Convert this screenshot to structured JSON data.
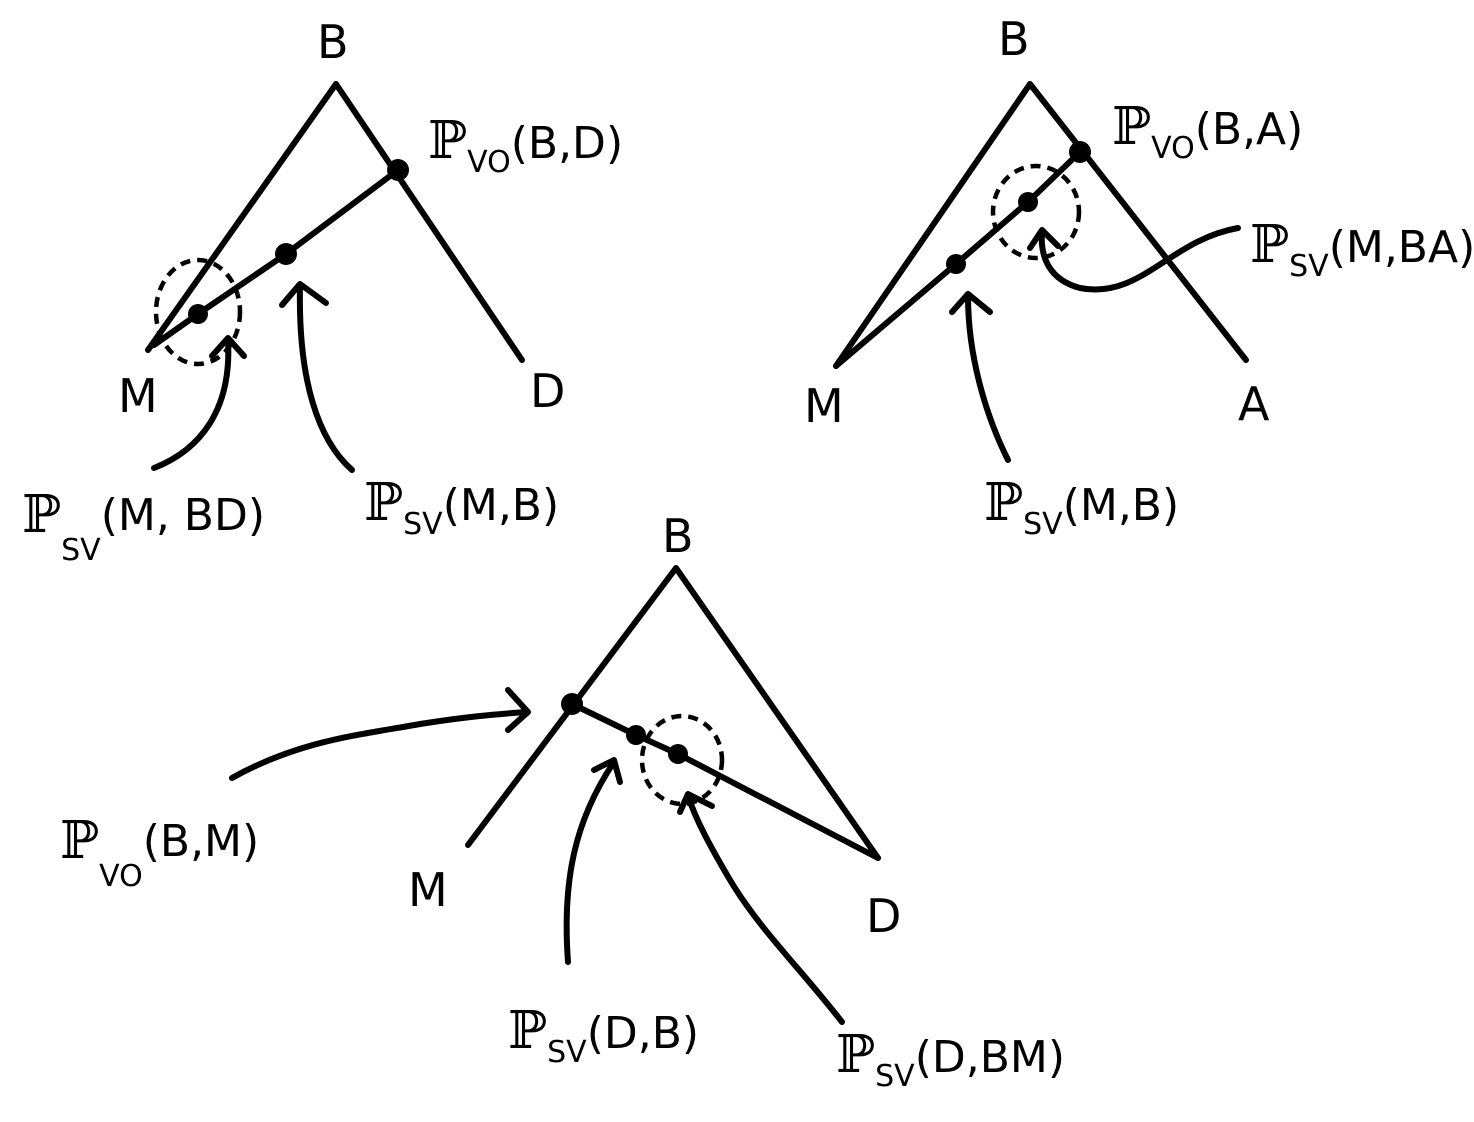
{
  "diagrams": [
    {
      "nodes": {
        "root": "B",
        "left": "M",
        "right": "D"
      },
      "annotations": [
        {
          "prob": "ℙ",
          "sub": "VO",
          "args": "(B,D)"
        },
        {
          "prob": "ℙ",
          "sub": "SV",
          "args": "(M,B)"
        },
        {
          "prob": "ℙ",
          "sub": "SV",
          "args": "(M, BD)"
        }
      ]
    },
    {
      "nodes": {
        "root": "B",
        "left": "M",
        "right": "A"
      },
      "annotations": [
        {
          "prob": "ℙ",
          "sub": "VO",
          "args": "(B,A)"
        },
        {
          "prob": "ℙ",
          "sub": "SV",
          "args": "(M,BA)"
        },
        {
          "prob": "ℙ",
          "sub": "SV",
          "args": "(M,B)"
        }
      ]
    },
    {
      "nodes": {
        "root": "B",
        "left": "M",
        "right": "D"
      },
      "annotations": [
        {
          "prob": "ℙ",
          "sub": "VO",
          "args": "(B,M)"
        },
        {
          "prob": "ℙ",
          "sub": "SV",
          "args": "(D,B)"
        },
        {
          "prob": "ℙ",
          "sub": "SV",
          "args": "(D,BM)"
        }
      ]
    }
  ]
}
